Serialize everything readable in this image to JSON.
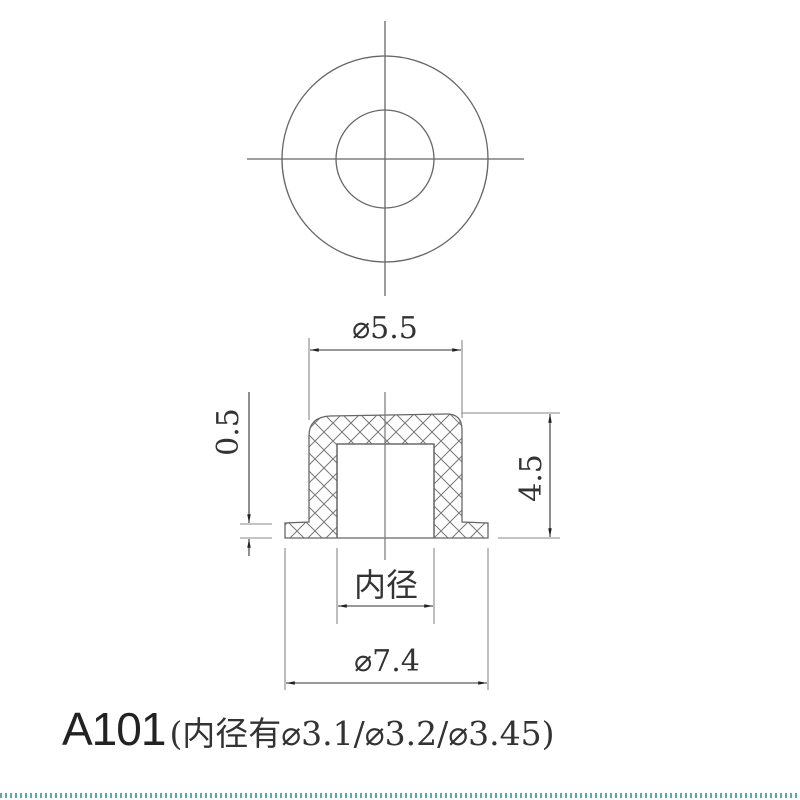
{
  "drawing": {
    "top_view": {
      "description": "Concentric circles with centerlines"
    },
    "section_view": {
      "dimensions": {
        "top_diameter": "⌀5.5",
        "flange_thickness": "0.5",
        "height": "4.5",
        "inner_diameter_label": "内径",
        "base_diameter": "⌀7.4"
      }
    }
  },
  "caption": {
    "model": "A101",
    "spec": "(内径有⌀3.1/⌀3.2/⌀3.45)"
  },
  "colors": {
    "line": "#555555",
    "text": "#222222",
    "footer_dots": "#5aa9a6"
  }
}
